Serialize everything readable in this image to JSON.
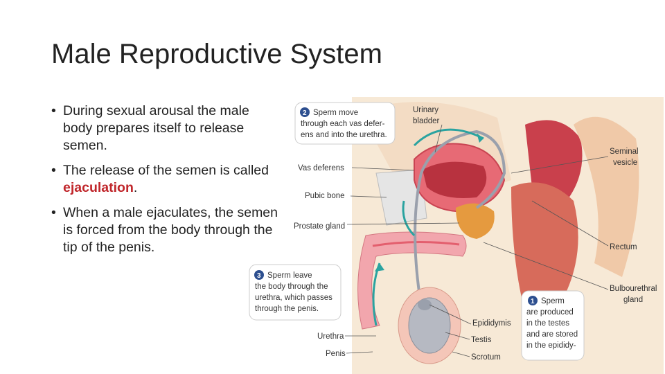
{
  "slide": {
    "title": "Male Reproductive System",
    "bullets": [
      {
        "text": "During sexual arousal the male body prepares itself to release semen."
      },
      {
        "pre": "The release of the semen is called ",
        "highlight": "ejaculation",
        "post": "."
      },
      {
        "text": "When a male ejaculates, the semen is forced from the body through the tip of the penis."
      }
    ],
    "highlight_color": "#c0262b"
  },
  "figure": {
    "labels": {
      "urinary_bladder_1": "Urinary",
      "urinary_bladder_2": "bladder",
      "seminal_vesicle_1": "Seminal",
      "seminal_vesicle_2": "vesicle",
      "vas_deferens": "Vas deferens",
      "pubic_bone": "Pubic bone",
      "prostate_gland": "Prostate gland",
      "rectum": "Rectum",
      "bulbourethral_1": "Bulbourethral",
      "bulbourethral_2": "gland",
      "epididymis": "Epididymis",
      "testis": "Testis",
      "scrotum": "Scrotum",
      "urethra": "Urethra",
      "penis": "Penis"
    },
    "callouts": {
      "step2": {
        "num": "2",
        "line1": "Sperm move",
        "line2": "through each vas defer-",
        "line3": "ens and into the urethra."
      },
      "step3": {
        "num": "3",
        "line1": "Sperm leave",
        "line2": "the body through the",
        "line3": "urethra, which passes",
        "line4": "through the penis."
      },
      "step1": {
        "num": "1",
        "line1": "Sperm",
        "line2": "are produced",
        "line3": "in the testes",
        "line4": "and are stored",
        "line5": "in the epididy-"
      }
    }
  }
}
